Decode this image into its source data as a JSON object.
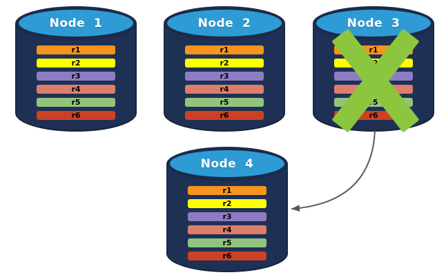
{
  "diagram": {
    "colors": {
      "cylinder_body": "#1E3155",
      "cylinder_rim": "#1B2B4A",
      "cylinder_top_face": "#2E9BD5",
      "failure_x": "#8CC63F",
      "arrow": "#595959"
    },
    "rows": [
      {
        "label": "r1",
        "color": "#F7941D"
      },
      {
        "label": "r2",
        "color": "#FFFF00"
      },
      {
        "label": "r3",
        "color": "#8E7CC3"
      },
      {
        "label": "r4",
        "color": "#DD7E6B"
      },
      {
        "label": "r5",
        "color": "#93C47D"
      },
      {
        "label": "r6",
        "color": "#CC4125"
      }
    ],
    "nodes": [
      {
        "label": "Node  1",
        "failed": false
      },
      {
        "label": "Node  2",
        "failed": false
      },
      {
        "label": "Node  3",
        "failed": true
      },
      {
        "label": "Node  4",
        "failed": false
      }
    ],
    "arrow": {
      "from": "Node  3",
      "to": "Node  4"
    }
  }
}
